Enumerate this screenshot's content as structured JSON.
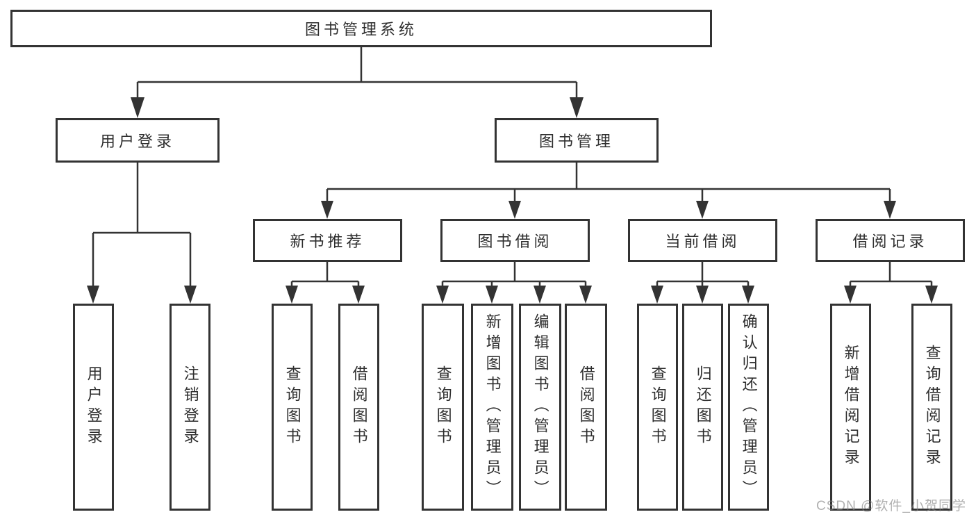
{
  "diagram": {
    "title": "图书管理系统",
    "type": "hierarchy-tree",
    "colors": {
      "line": "#333333",
      "border": "#333333",
      "text": "#2e2e2e",
      "background": "#ffffff",
      "watermark_gray": "#9e9e9e"
    },
    "nodes": {
      "root": "图书管理系统",
      "user_login": "用户登录",
      "book_management": "图书管理",
      "new_book_recommend": "新书推荐",
      "book_borrow": "图书借阅",
      "current_borrow": "当前借阅",
      "borrow_records": "借阅记录",
      "user_login_leaf": "用户登录",
      "logout_login": "注销登录",
      "query_books_a": "查询图书",
      "borrow_books_a": "借阅图书",
      "query_books_b": "查询图书",
      "add_book_admin": "新增图书（管理员）",
      "edit_book_admin": "编辑图书（管理员）",
      "borrow_books_b": "借阅图书",
      "query_books_c": "查询图书",
      "return_book": "归还图书",
      "confirm_return_admin": "确认归还（管理员）",
      "add_borrow_record": "新增借阅记录",
      "query_borrow_record": "查询借阅记录"
    },
    "edges": [
      {
        "from": "root",
        "to": [
          "user_login",
          "book_management"
        ]
      },
      {
        "from": "user_login",
        "to": [
          "user_login_leaf",
          "logout_login"
        ]
      },
      {
        "from": "book_management",
        "to": [
          "new_book_recommend",
          "book_borrow",
          "current_borrow",
          "borrow_records"
        ]
      },
      {
        "from": "new_book_recommend",
        "to": [
          "query_books_a",
          "borrow_books_a"
        ]
      },
      {
        "from": "book_borrow",
        "to": [
          "query_books_b",
          "add_book_admin",
          "edit_book_admin",
          "borrow_books_b"
        ]
      },
      {
        "from": "current_borrow",
        "to": [
          "query_books_c",
          "return_book",
          "confirm_return_admin"
        ]
      },
      {
        "from": "borrow_records",
        "to": [
          "add_borrow_record",
          "query_borrow_record"
        ]
      }
    ],
    "watermark": "CSDN @软件_小贺同学"
  }
}
